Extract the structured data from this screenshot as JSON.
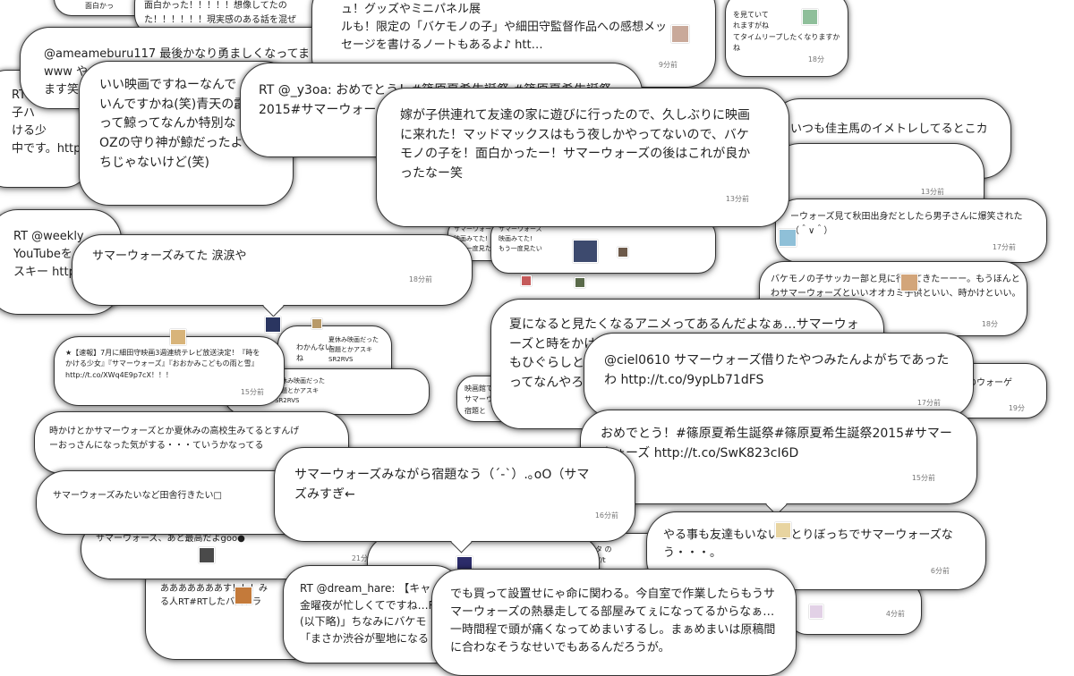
{
  "bubbles": {
    "b01": {
      "text": "面白かっ",
      "time": ""
    },
    "b02": {
      "text": "面白かった！！！！！想像してたの\nた！！！！！！現実感のある話を混ぜ",
      "time": ""
    },
    "b03": {
      "text": "ュ！グッズやミニパネル展\nルも！限定の「バケモノの子」や細田守監督作品への感想メッ\nセージを書けるノートもあるよ♪ htt…",
      "time": "9分前"
    },
    "b04": {
      "text": "を見ていて\nれますがね\nてタイムリープしたくなりますかね",
      "time": "18分"
    },
    "b05": {
      "text": "@ameameburu117 最後かなり勇ましくなってましたよ\nwww や\nます笑",
      "time": ""
    },
    "b06": {
      "text": "RT\n子ハ\nける少\n中です。http",
      "time": ""
    },
    "b07": {
      "text": "いい映画ですねーなんで\nいんですかね(笑)青天の霹\nって鯨ってなんか特別な\nOZの守り神が鯨だったよ\nちじゃないけど(笑)",
      "time": ""
    },
    "b08": {
      "text": "RT @_y3oa: おめでとう！#篠原夏希生誕祭 #篠原夏希生誕祭\n2015#サマーウォー",
      "time": ""
    },
    "b09": {
      "text": "嫁が子供連れて友達の家に遊びに行ったので、久しぶりに映画\nに来れた！マッドマックスはもう夜しかやってないので、バケ\nモノの子を！面白かったー！サマーウォーズの後はこれが良か\nったなー笑",
      "time": "13分前"
    },
    "b10": {
      "text": "いつも佳主馬のイメトレしてるとこカ",
      "time": ""
    },
    "b11": {
      "text": "",
      "time": "13分前"
    },
    "b12": {
      "text": "RT @weekly\nYouTubeを\nスキー http",
      "time": ""
    },
    "b13": {
      "text": "サマーウォーズみてた 涙涙や",
      "time": "18分前"
    },
    "b14": {
      "text": "ーウォーズ見て秋田出身だとしたら男子さんに爆笑された\n（＾∨＾）",
      "time": "17分前"
    },
    "b15": {
      "text": "バケモノの子サッカー部と見に行ってきたーーー。もうほんと\nわサマーウォーズといいオオカミ子供といい、時かけといい。",
      "time": "18分"
    },
    "b16": {
      "text": "サマーウォーズ\n映画みてた!\nもう一度見たい",
      "time": ""
    },
    "b17": {
      "text": "夏になると見たくなるアニメってあるんだよなぁ…サマーウォ\nーズと時をかけ\nもひぐらしと\nってなんやろ",
      "time": ""
    },
    "b18": {
      "text": "★【速報】7月に細田守映画3週連続テレビ放送決定！『時を\nかける少女』『サマーウォーズ』『おおかみこどもの雨と雪』\nhttp://t.co/XWq4E9p7cX！！！",
      "time": "15分前"
    },
    "b19": {
      "text": "わかんない\nね",
      "time": ""
    },
    "b20": {
      "text": "夏休み映画だった\n宿題とかアスキ\nSR2RVS",
      "time": ""
    },
    "b21": {
      "text": "@ciel0610 サマーウォーズ借りたやつみたんよがちであった\nわ http://t.co/9ypLb71dFS",
      "time": "17分前"
    },
    "b22": {
      "text": "らのウォーゲ",
      "time": "19分"
    },
    "b23": {
      "text": "映画館で\nサマーウォーズ\n宿題と",
      "time": ""
    },
    "b24": {
      "text": "時かけとかサマーウォーズとか夏休みの高校生みてるとすんげ\nーおっさんになった気がする・・・ていうかなってる",
      "time": ""
    },
    "b25": {
      "text": "おめでとう！#篠原夏希生誕祭#篠原夏希生誕祭2015#サマー\nウォーズ http://t.co/SwK823cI6D",
      "time": "15分前"
    },
    "b26": {
      "text": "サマーウォーズみたいなど田舎行きたい□",
      "time": ""
    },
    "b27": {
      "text": "サマーウォーズみながら宿題なう（´-`）.｡oO（サマ\nズみすぎ←",
      "time": "16分前"
    },
    "b28": {
      "text": "サマーウォーズ、あと最高だよgoo●",
      "time": "21分前"
    },
    "b29": {
      "text": "やる事も友達もいないひとりぼっちでサマーウォーズな\nう・・・。",
      "time": "6分前"
    },
    "b30": {
      "text": "てた（ ＾∨＾）！！！\nあああああああす！！！み\nる人RT#RTしたバズドラ",
      "time": ""
    },
    "b31": {
      "text": "ドシタ の\nhttp://t\n#タイ",
      "time": ""
    },
    "b32": {
      "text": "RT @dream_hare: 【キャ\n金曜夜が忙しくてですね…R\n(以下略)」ちなみにバケモ\n「まさか渋谷が聖地になる",
      "time": ""
    },
    "b33": {
      "text": "でも買って設置せにゃ命に関わる。今自室で作業したらもうサ\nマーウォーズの熱暴走してる部屋みてぇになってるからなぁ…\n一時間程で頭が痛くなってめまいするし。まぁめまいは原稿間\nに合わなそうなせいでもあるんだろうが。",
      "time": ""
    },
    "b34": {
      "text": "",
      "time": "4分前"
    }
  },
  "avatar_icons": [
    "user-avatar-icon"
  ]
}
